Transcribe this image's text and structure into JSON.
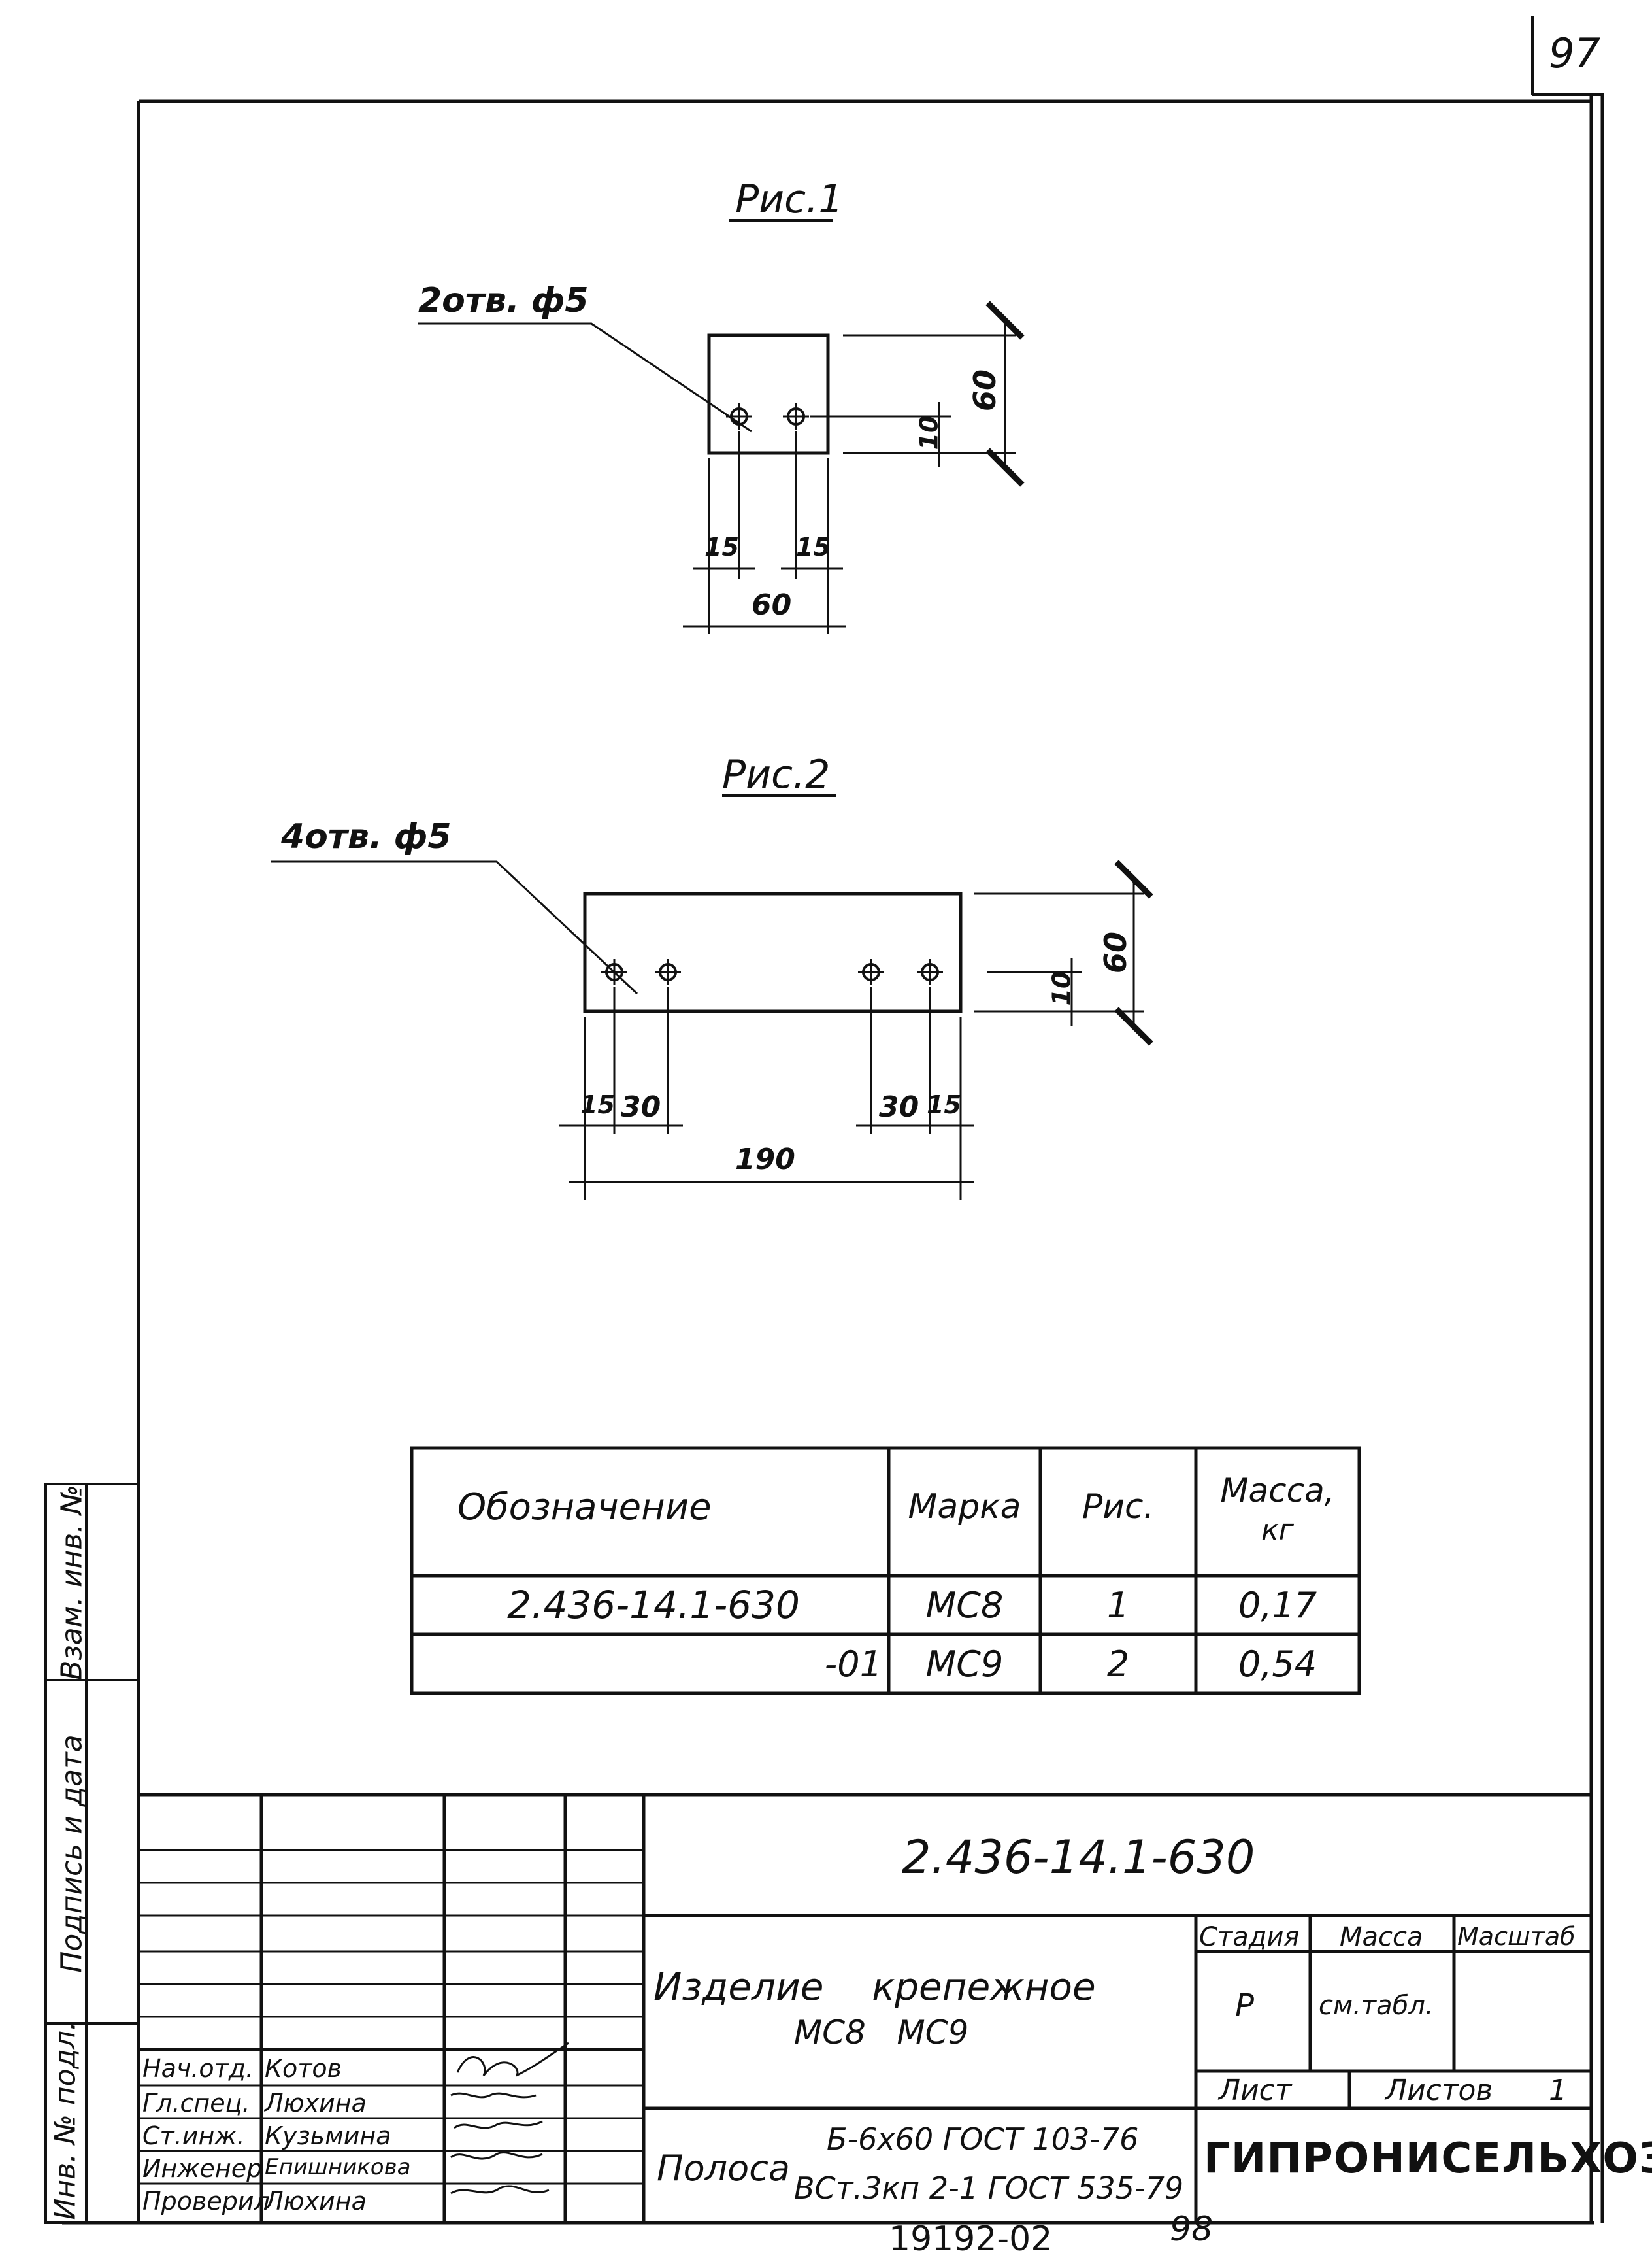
{
  "page_number": "97",
  "figure1": {
    "title": "Рис.1",
    "holes_label": "2отв. ф5",
    "dim_height": "60",
    "dim_hole_offset": "10",
    "dim_left_edge": "15",
    "dim_right_edge": "15",
    "dim_width": "60"
  },
  "figure2": {
    "title": "Рис.2",
    "holes_label": "4отв. ф5",
    "dim_height": "60",
    "dim_hole_offset": "10",
    "dim_left_edge": "15",
    "dim_left_spacing": "30",
    "dim_right_spacing": "30",
    "dim_right_edge": "15",
    "dim_width": "190"
  },
  "spec_table": {
    "headers": {
      "designation": "Обозначение",
      "mark": "Марка",
      "figure": "Рис.",
      "mass": "Масса,",
      "mass_unit": "кг"
    },
    "rows": [
      {
        "designation": "2.436-14.1-630",
        "mark": "МС8",
        "figure": "1",
        "mass": "0,17"
      },
      {
        "designation": "-01",
        "mark": "МС9",
        "figure": "2",
        "mass": "0,54"
      }
    ]
  },
  "side_stamp": {
    "inv_replace": "Взам. инв. №",
    "signature_date": "Подпись и дата",
    "inv_original": "Инв. № подл."
  },
  "title_block": {
    "document_code": "2.436-14.1-630",
    "item_name_line1": "Изделие    крепежное",
    "item_name_line2": "МС8   МС9",
    "material_label": "Полоса",
    "material_line1": "Б-6х60 ГОСТ 103-76",
    "material_line2": "ВСт.3кп 2-1 ГОСТ 535-79",
    "stage_header": "Стадия",
    "mass_header": "Масса",
    "scale_header": "Масштаб",
    "stage_value": "Р",
    "mass_value": "см.табл.",
    "sheet_label": "Лист",
    "sheets_label": "Листов",
    "sheets_value": "1",
    "organization": "ГИПРОНИСЕЛЬХОЗ",
    "staff": [
      {
        "role": "Нач.отд.",
        "name": "Котов"
      },
      {
        "role": "Гл.спец.",
        "name": "Люхина"
      },
      {
        "role": "Ст.инж.",
        "name": "Кузьмина"
      },
      {
        "role": "Инженер",
        "name": "Епишникова"
      },
      {
        "role": "Проверил",
        "name": "Люхина"
      }
    ]
  },
  "footer": {
    "archive_number": "19192-02",
    "page_ref": "98"
  }
}
